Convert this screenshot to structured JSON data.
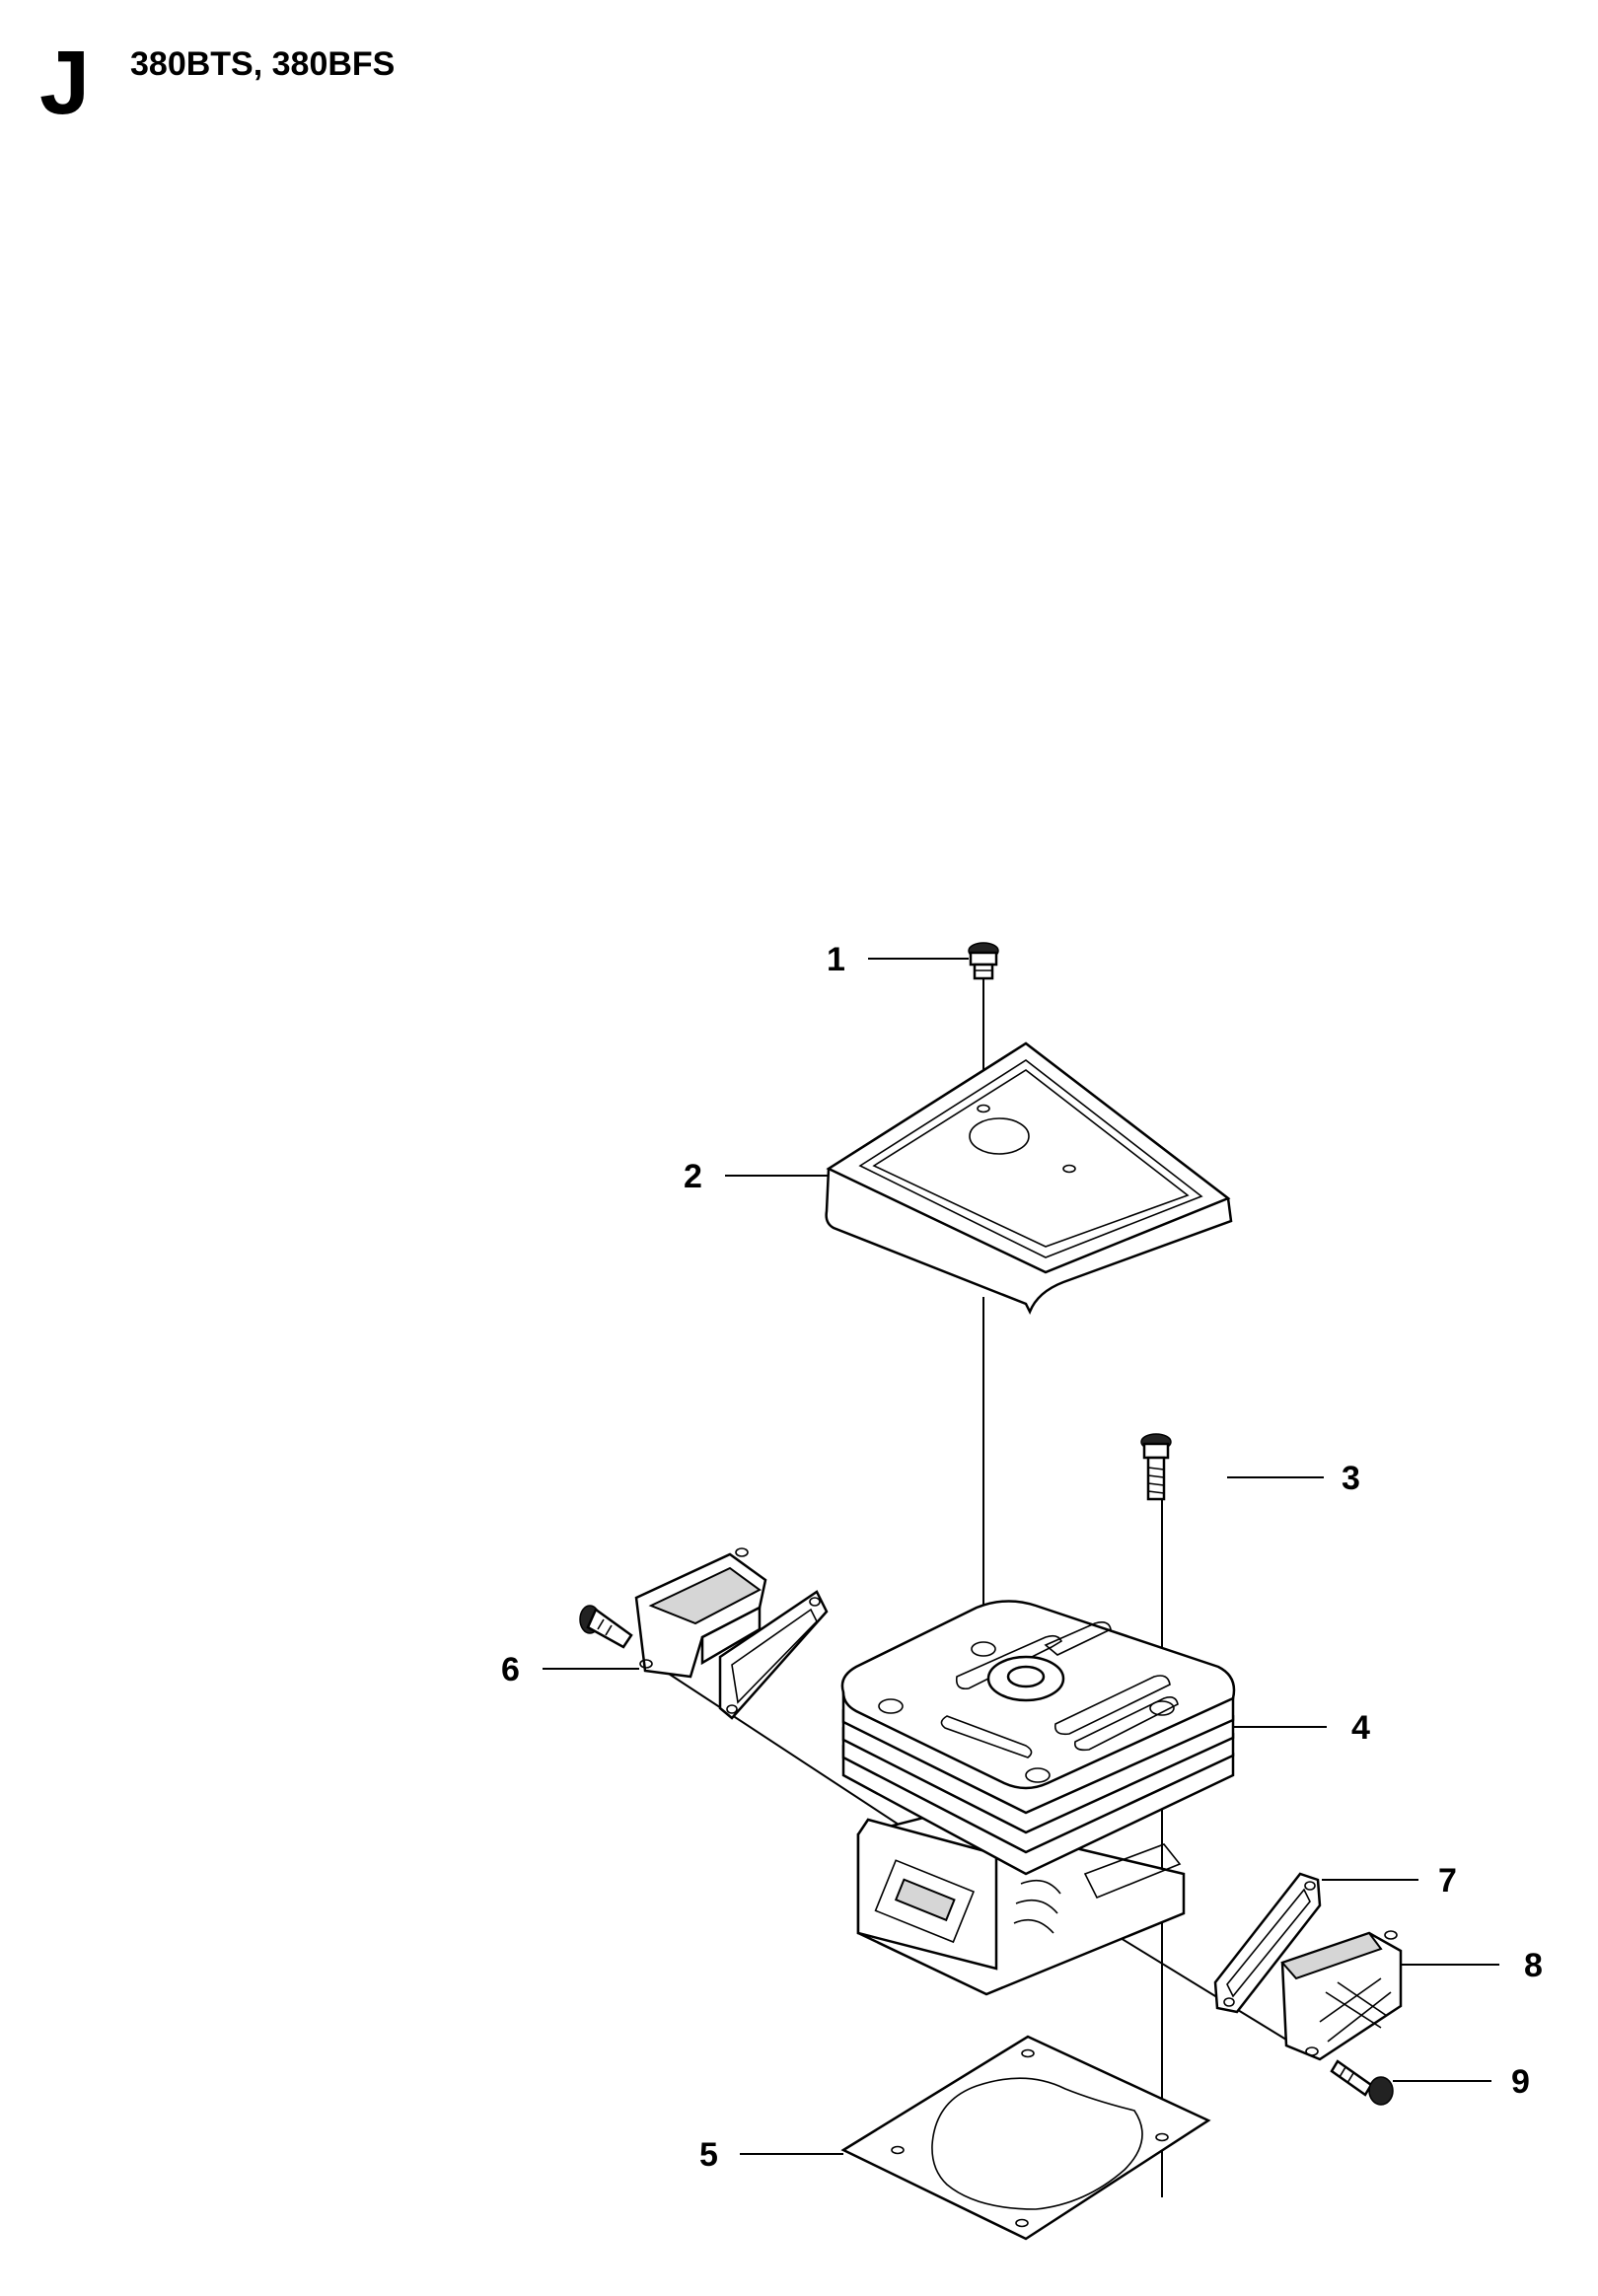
{
  "header": {
    "section_letter": "J",
    "model_title": "380BTS, 380BFS"
  },
  "callouts": [
    {
      "id": "1",
      "label": "1"
    },
    {
      "id": "2",
      "label": "2"
    },
    {
      "id": "3",
      "label": "3"
    },
    {
      "id": "4",
      "label": "4"
    },
    {
      "id": "5",
      "label": "5"
    },
    {
      "id": "6",
      "label": "6"
    },
    {
      "id": "7",
      "label": "7"
    },
    {
      "id": "8",
      "label": "8"
    },
    {
      "id": "9",
      "label": "9"
    }
  ]
}
